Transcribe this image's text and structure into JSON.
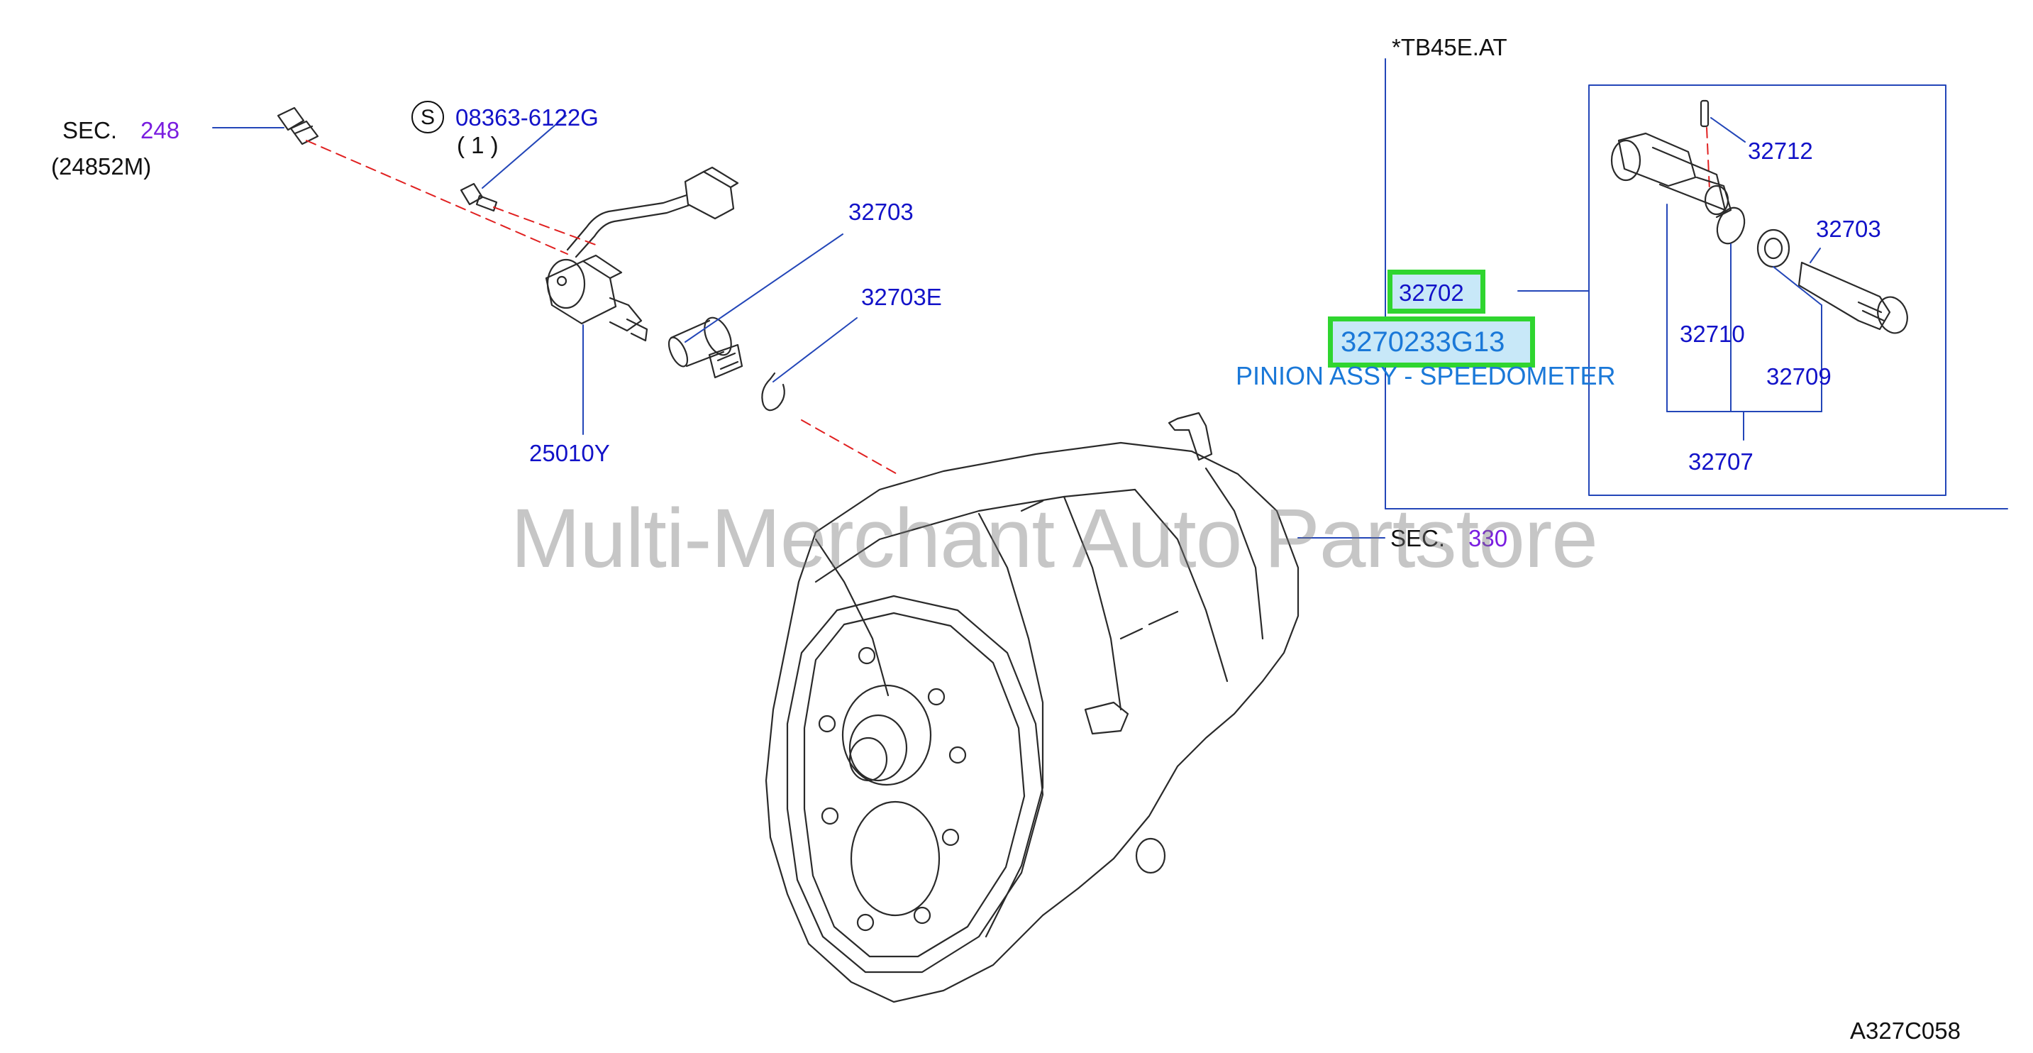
{
  "diagram": {
    "sec_248_prefix": "SEC.",
    "sec_248_number": "248",
    "sec_248_sub": "(24852M)",
    "bolt_symbol": "S",
    "bolt_part": "08363-6122G",
    "bolt_qty": "( 1 )",
    "part_32703_left": "32703",
    "part_32703E": "32703E",
    "part_25010Y": "25010Y",
    "sec_330_prefix": "SEC.",
    "sec_330_number": "330",
    "variant_note": "*TB45E.AT",
    "part_32712": "32712",
    "part_32702": "32702",
    "part_3270233G13": "3270233G13",
    "pinion_desc": "PINION ASSY - SPEEDOMETER",
    "part_32703_right": "32703",
    "part_32710": "32710",
    "part_32709": "32709",
    "part_32707": "32707",
    "drawing_code": "A327C058",
    "watermark": "Multi-Merchant Auto Partstore"
  },
  "colors": {
    "part_number": "#1212c8",
    "section_ref": "#7a1ee0",
    "highlight_border": "#2fd52f",
    "leader_dash": "#e02020"
  }
}
